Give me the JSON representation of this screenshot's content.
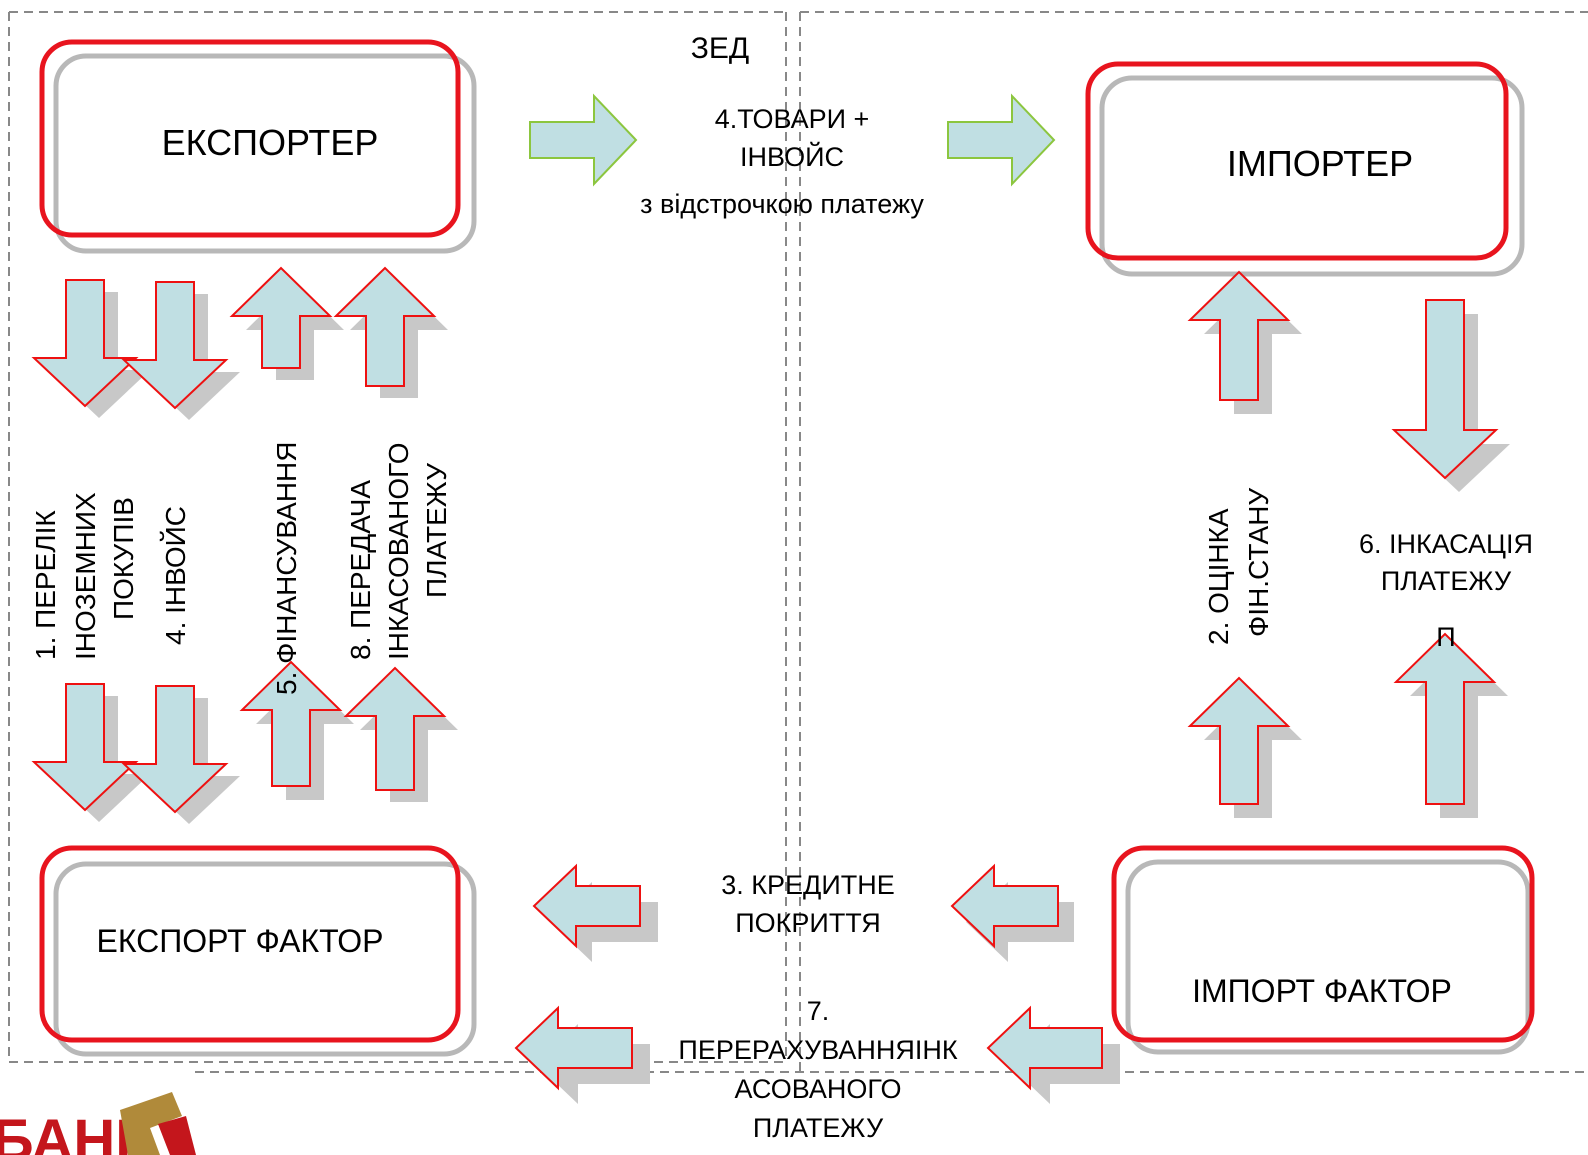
{
  "header": {
    "zed_label": "ЗЕД"
  },
  "parties": {
    "exporter": "ЕКСПОРТЕР",
    "importer": "ІМПОРТЕР",
    "export_factor": "ЕКСПОРТ ФАКТОР",
    "import_factor": "ІМПОРТ ФАКТОР"
  },
  "flows": {
    "goods_line1": "4.ТОВАРИ +",
    "goods_line2": "ІНВОЙС",
    "goods_line3": "з відстрочкою платежу",
    "credit_line1": "3. КРЕДИТНЕ",
    "credit_line2": "ПОКРИТТЯ",
    "transfer_line1": "7.",
    "transfer_line2": "ПЕРЕРАХУВАННЯІНК",
    "transfer_line3": "АСОВАНОГО",
    "transfer_line4": "ПЛАТЕЖУ",
    "collection_line1": "6. ІНКАСАЦІЯ",
    "collection_line2": "ПЛАТЕЖУ",
    "collection_line3": "П"
  },
  "vertical_labels": {
    "list_line1": "1.  ПЕРЕЛІК",
    "list_line2": "ІНОЗЕМНИХ",
    "list_line3": "ПОКУПІВ",
    "invoice": "4.  ІНВОЙС",
    "financing": "5.  ФІНАНСУВАННЯ",
    "transfer_line1": "8. ПЕРЕДАЧА",
    "transfer_line2": "ІНКАСОВАНОГО",
    "transfer_line3": "ПЛАТЕЖУ",
    "assessment_line1": "2. ОЦІНКА",
    "assessment_line2": "ФІН.СТАНУ"
  },
  "logo": {
    "text": "БАНК"
  },
  "colors": {
    "box_border": "#e8141e",
    "box_shadow": "#b8b8b8",
    "arrow_fill": "#c0dfe3",
    "arrow_stroke_red": "#ee1111",
    "arrow_stroke_green": "#8cc63f",
    "dashed_line": "#888888",
    "logo_red": "#c4161c",
    "logo_gold": "#b08a3a"
  }
}
